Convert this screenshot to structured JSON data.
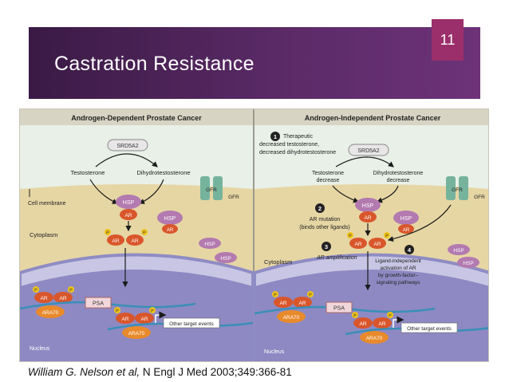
{
  "slide": {
    "title": "Castration Resistance",
    "number": "11",
    "colors": {
      "banner": "#4a2355",
      "number_box": "#9b2f6b"
    }
  },
  "figure": {
    "left_panel": {
      "title": "Androgen-Dependent Prostate Cancer",
      "enzyme": "SRD5A2",
      "testosterone": "Testosterone",
      "dht": "Dihydrotestosterone",
      "cell_membrane": "Cell membrane",
      "cytoplasm": "Cytoplasm",
      "nucleus": "Nucleus",
      "hsp": "HSP",
      "ar": "AR",
      "p": "P",
      "gfr": "GFR",
      "ara70": "ARA70",
      "psa": "PSA",
      "other_targets": "Other target events"
    },
    "right_panel": {
      "title": "Androgen-Independent Prostate Cancer",
      "step1_num": "1",
      "step1_text_a": "Therapeutic",
      "step1_text_b": "decreased testosterone,",
      "step1_text_c": "decreased dihydrotestosterone",
      "enzyme": "SRD5A2",
      "testosterone_a": "Testosterone",
      "testosterone_b": "decrease",
      "dht_a": "Dihydrotestosterone",
      "dht_b": "decrease",
      "step2_num": "2",
      "step2_text_a": "AR mutation",
      "step2_text_b": "(binds other ligands)",
      "step3_num": "3",
      "step3_text": "AR amplification",
      "step4_num": "4",
      "step4_text_a": "Ligand-independent",
      "step4_text_b": "activation of AR",
      "step4_text_c": "by growth-factor–",
      "step4_text_d": "signaling pathways",
      "cytoplasm": "Cytoplasm",
      "nucleus": "Nucleus",
      "hsp": "HSP",
      "ar": "AR",
      "p": "P",
      "gfr": "GFR",
      "ara70": "ARA70",
      "psa": "PSA",
      "other_targets": "Other target events"
    }
  },
  "citation": {
    "authors": "William G. Nelson et al,",
    "ref": " N Engl J Med 2003;349:366-81"
  }
}
